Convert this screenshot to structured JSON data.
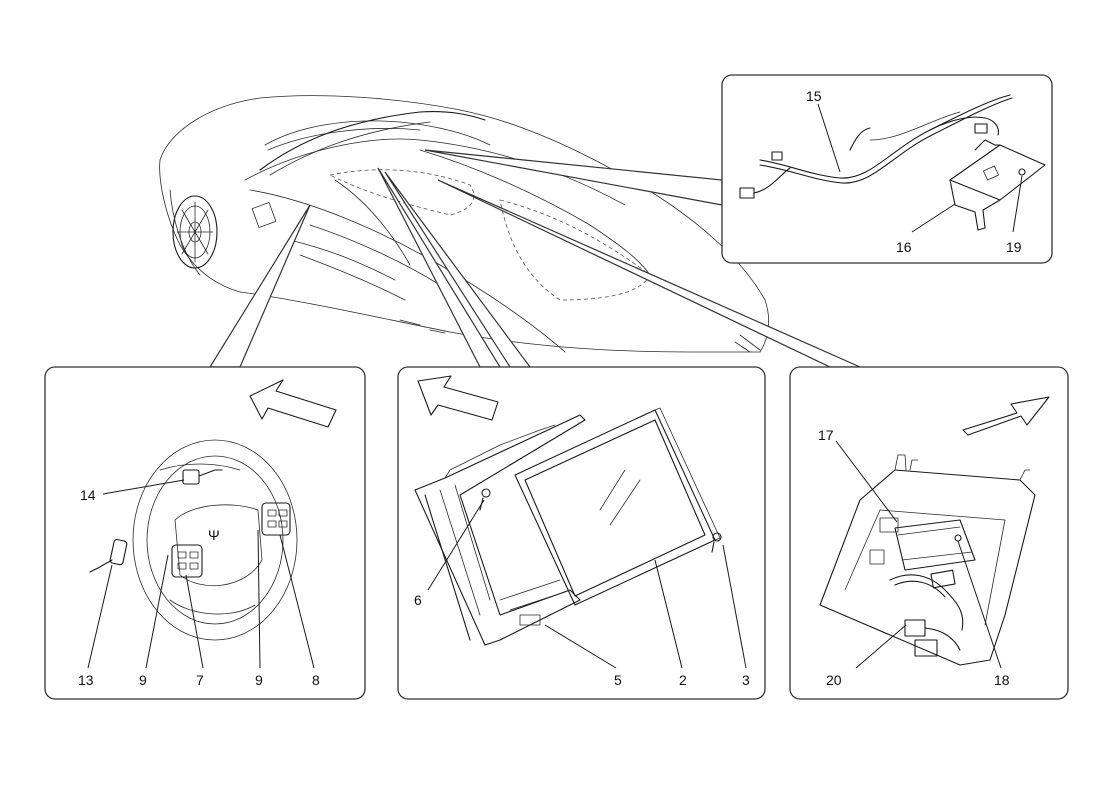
{
  "labels": {
    "l15": "15",
    "l16": "16",
    "l19": "19",
    "l14": "14",
    "l13": "13",
    "l9a": "9",
    "l7": "7",
    "l9b": "9",
    "l8": "8",
    "l6": "6",
    "l5": "5",
    "l2": "2",
    "l3": "3",
    "l17": "17",
    "l18": "18",
    "l20": "20"
  }
}
